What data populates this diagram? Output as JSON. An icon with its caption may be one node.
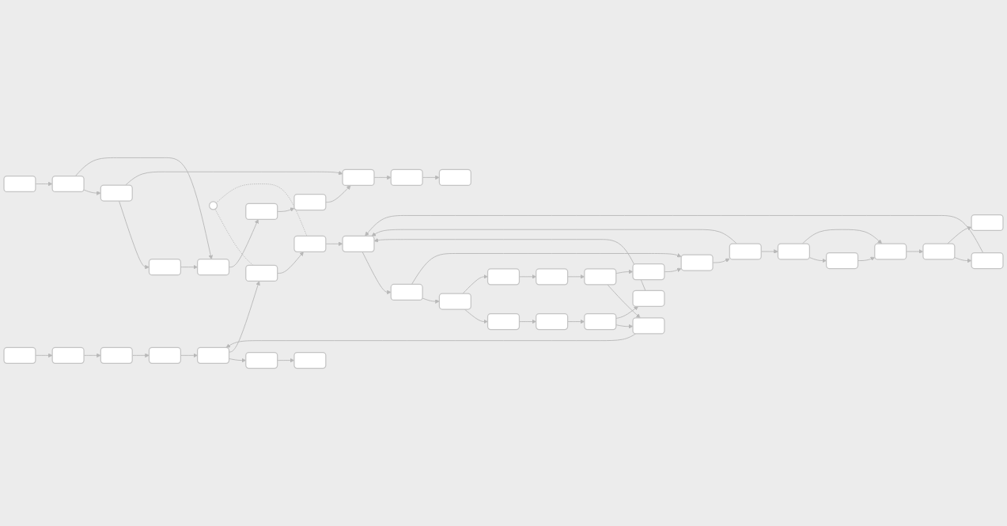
{
  "diagram": {
    "nodes": [
      {
        "text": [],
        "shape": "box"
      },
      {
        "text": [],
        "shape": "box"
      },
      {
        "text": [],
        "shape": "box"
      },
      {
        "text": [],
        "shape": "box"
      },
      {
        "text": [],
        "shape": "box"
      },
      {
        "text": [],
        "shape": "box"
      },
      {
        "text": [],
        "shape": "box"
      },
      {
        "text": [],
        "shape": "box"
      },
      {
        "text": [],
        "shape": "box"
      },
      {
        "text": [],
        "shape": "circle"
      },
      {
        "text": [],
        "shape": "box"
      },
      {
        "text": [],
        "shape": "box"
      },
      {
        "text": [],
        "shape": "box"
      },
      {
        "text": [],
        "shape": "box"
      },
      {
        "text": [],
        "shape": "box"
      },
      {
        "text": [],
        "shape": "box"
      },
      {
        "text": [],
        "shape": "box"
      },
      {
        "text": [],
        "shape": "box"
      },
      {
        "text": [],
        "shape": "box"
      },
      {
        "text": [],
        "shape": "box"
      },
      {
        "text": [],
        "shape": "box"
      },
      {
        "text": [],
        "shape": "box"
      },
      {
        "text": [],
        "shape": "box"
      },
      {
        "text": [],
        "shape": "box"
      },
      {
        "text": [],
        "shape": "box"
      },
      {
        "text": [],
        "shape": "box"
      },
      {
        "text": [],
        "shape": "box"
      },
      {
        "text": [],
        "shape": "box"
      },
      {
        "text": [],
        "shape": "box"
      },
      {
        "text": [],
        "shape": "box"
      },
      {
        "text": [],
        "shape": "box"
      },
      {
        "text": [],
        "shape": "box"
      },
      {
        "text": [],
        "shape": "box"
      },
      {
        "text": [],
        "shape": "box"
      },
      {
        "text": [],
        "shape": "box"
      },
      {
        "text": [],
        "shape": "box"
      },
      {
        "text": [],
        "shape": "box"
      },
      {
        "text": [],
        "shape": "box"
      },
      {
        "text": [],
        "shape": "box"
      },
      {
        "text": [],
        "shape": "box"
      }
    ],
    "edges": [
      {
        "from": 0,
        "to": 1,
        "arrow": "to"
      },
      {
        "from": 1,
        "to": 2,
        "arrow": "to"
      },
      {
        "from": 2,
        "to": 3,
        "arrow": "to"
      },
      {
        "from": 3,
        "to": 4,
        "arrow": "to"
      },
      {
        "from": 4,
        "to": 5,
        "arrow": "to"
      },
      {
        "from": 5,
        "to": 6,
        "arrow": "to"
      },
      {
        "from": 4,
        "to": 7,
        "arrow": "to"
      },
      {
        "from": 7,
        "to": 8,
        "arrow": "to"
      },
      {
        "from": 9,
        "to": 7,
        "arrow": "none",
        "style": "dashed"
      },
      {
        "from": 9,
        "to": 8,
        "arrow": "none",
        "style": "dashed"
      },
      {
        "from": 8,
        "to": 10,
        "arrow": "to"
      },
      {
        "from": 10,
        "to": 11,
        "arrow": "to"
      },
      {
        "from": 11,
        "to": 20,
        "arrow": "to"
      },
      {
        "from": 11,
        "to": 12,
        "arrow": "to"
      },
      {
        "from": 12,
        "to": 13,
        "arrow": "to"
      },
      {
        "from": 13,
        "to": 10,
        "arrow": "to"
      },
      {
        "from": 13,
        "to": 14,
        "arrow": "to"
      },
      {
        "from": 14,
        "to": 15,
        "arrow": "to"
      },
      {
        "from": 14,
        "to": 16,
        "arrow": "to"
      },
      {
        "from": 15,
        "to": 16,
        "arrow": "to"
      },
      {
        "from": 16,
        "to": 17,
        "arrow": "to"
      },
      {
        "from": 17,
        "to": 18,
        "arrow": "to"
      },
      {
        "from": 17,
        "to": 19,
        "arrow": "to"
      },
      {
        "from": 18,
        "to": 10,
        "arrow": "to"
      },
      {
        "from": 20,
        "to": 21,
        "arrow": "to"
      },
      {
        "from": 20,
        "to": 25,
        "arrow": "to"
      },
      {
        "from": 21,
        "to": 22,
        "arrow": "to"
      },
      {
        "from": 22,
        "to": 23,
        "arrow": "to"
      },
      {
        "from": 23,
        "to": 29,
        "arrow": "to"
      },
      {
        "from": 23,
        "to": 24,
        "arrow": "to"
      },
      {
        "from": 24,
        "to": 10,
        "arrow": "to"
      },
      {
        "from": 25,
        "to": 26,
        "arrow": "to"
      },
      {
        "from": 26,
        "to": 27,
        "arrow": "to"
      },
      {
        "from": 27,
        "to": 29,
        "arrow": "to"
      },
      {
        "from": 27,
        "to": 28,
        "arrow": "to"
      },
      {
        "from": 28,
        "to": 12,
        "arrow": "to"
      },
      {
        "from": 29,
        "to": 4,
        "arrow": "to"
      },
      {
        "from": 30,
        "to": 31,
        "arrow": "to"
      },
      {
        "from": 31,
        "to": 32,
        "arrow": "to"
      },
      {
        "from": 31,
        "to": 34,
        "arrow": "to"
      },
      {
        "from": 32,
        "to": 33,
        "arrow": "to"
      },
      {
        "from": 32,
        "to": 37,
        "arrow": "to"
      },
      {
        "from": 33,
        "to": 34,
        "arrow": "to"
      },
      {
        "from": 34,
        "to": 35,
        "arrow": "to"
      },
      {
        "from": 35,
        "to": 36,
        "arrow": "to"
      },
      {
        "from": 36,
        "to": 37,
        "arrow": "to"
      },
      {
        "from": 37,
        "to": 38,
        "arrow": "to"
      },
      {
        "from": 38,
        "to": 39,
        "arrow": "to"
      }
    ]
  }
}
